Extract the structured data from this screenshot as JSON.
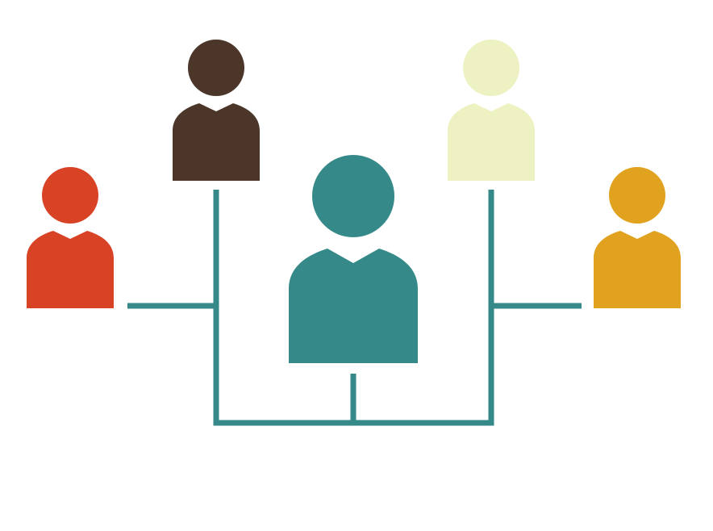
{
  "diagram": {
    "connector_color": "#358A89",
    "people": [
      {
        "id": "left",
        "color": "#D84326",
        "icon": "person-icon"
      },
      {
        "id": "upper-left",
        "color": "#4B3629",
        "icon": "person-icon"
      },
      {
        "id": "center",
        "color": "#358A89",
        "icon": "person-icon"
      },
      {
        "id": "upper-right",
        "color": "#EEF2C2",
        "icon": "person-icon"
      },
      {
        "id": "right",
        "color": "#E0A21F",
        "icon": "person-icon"
      }
    ]
  }
}
